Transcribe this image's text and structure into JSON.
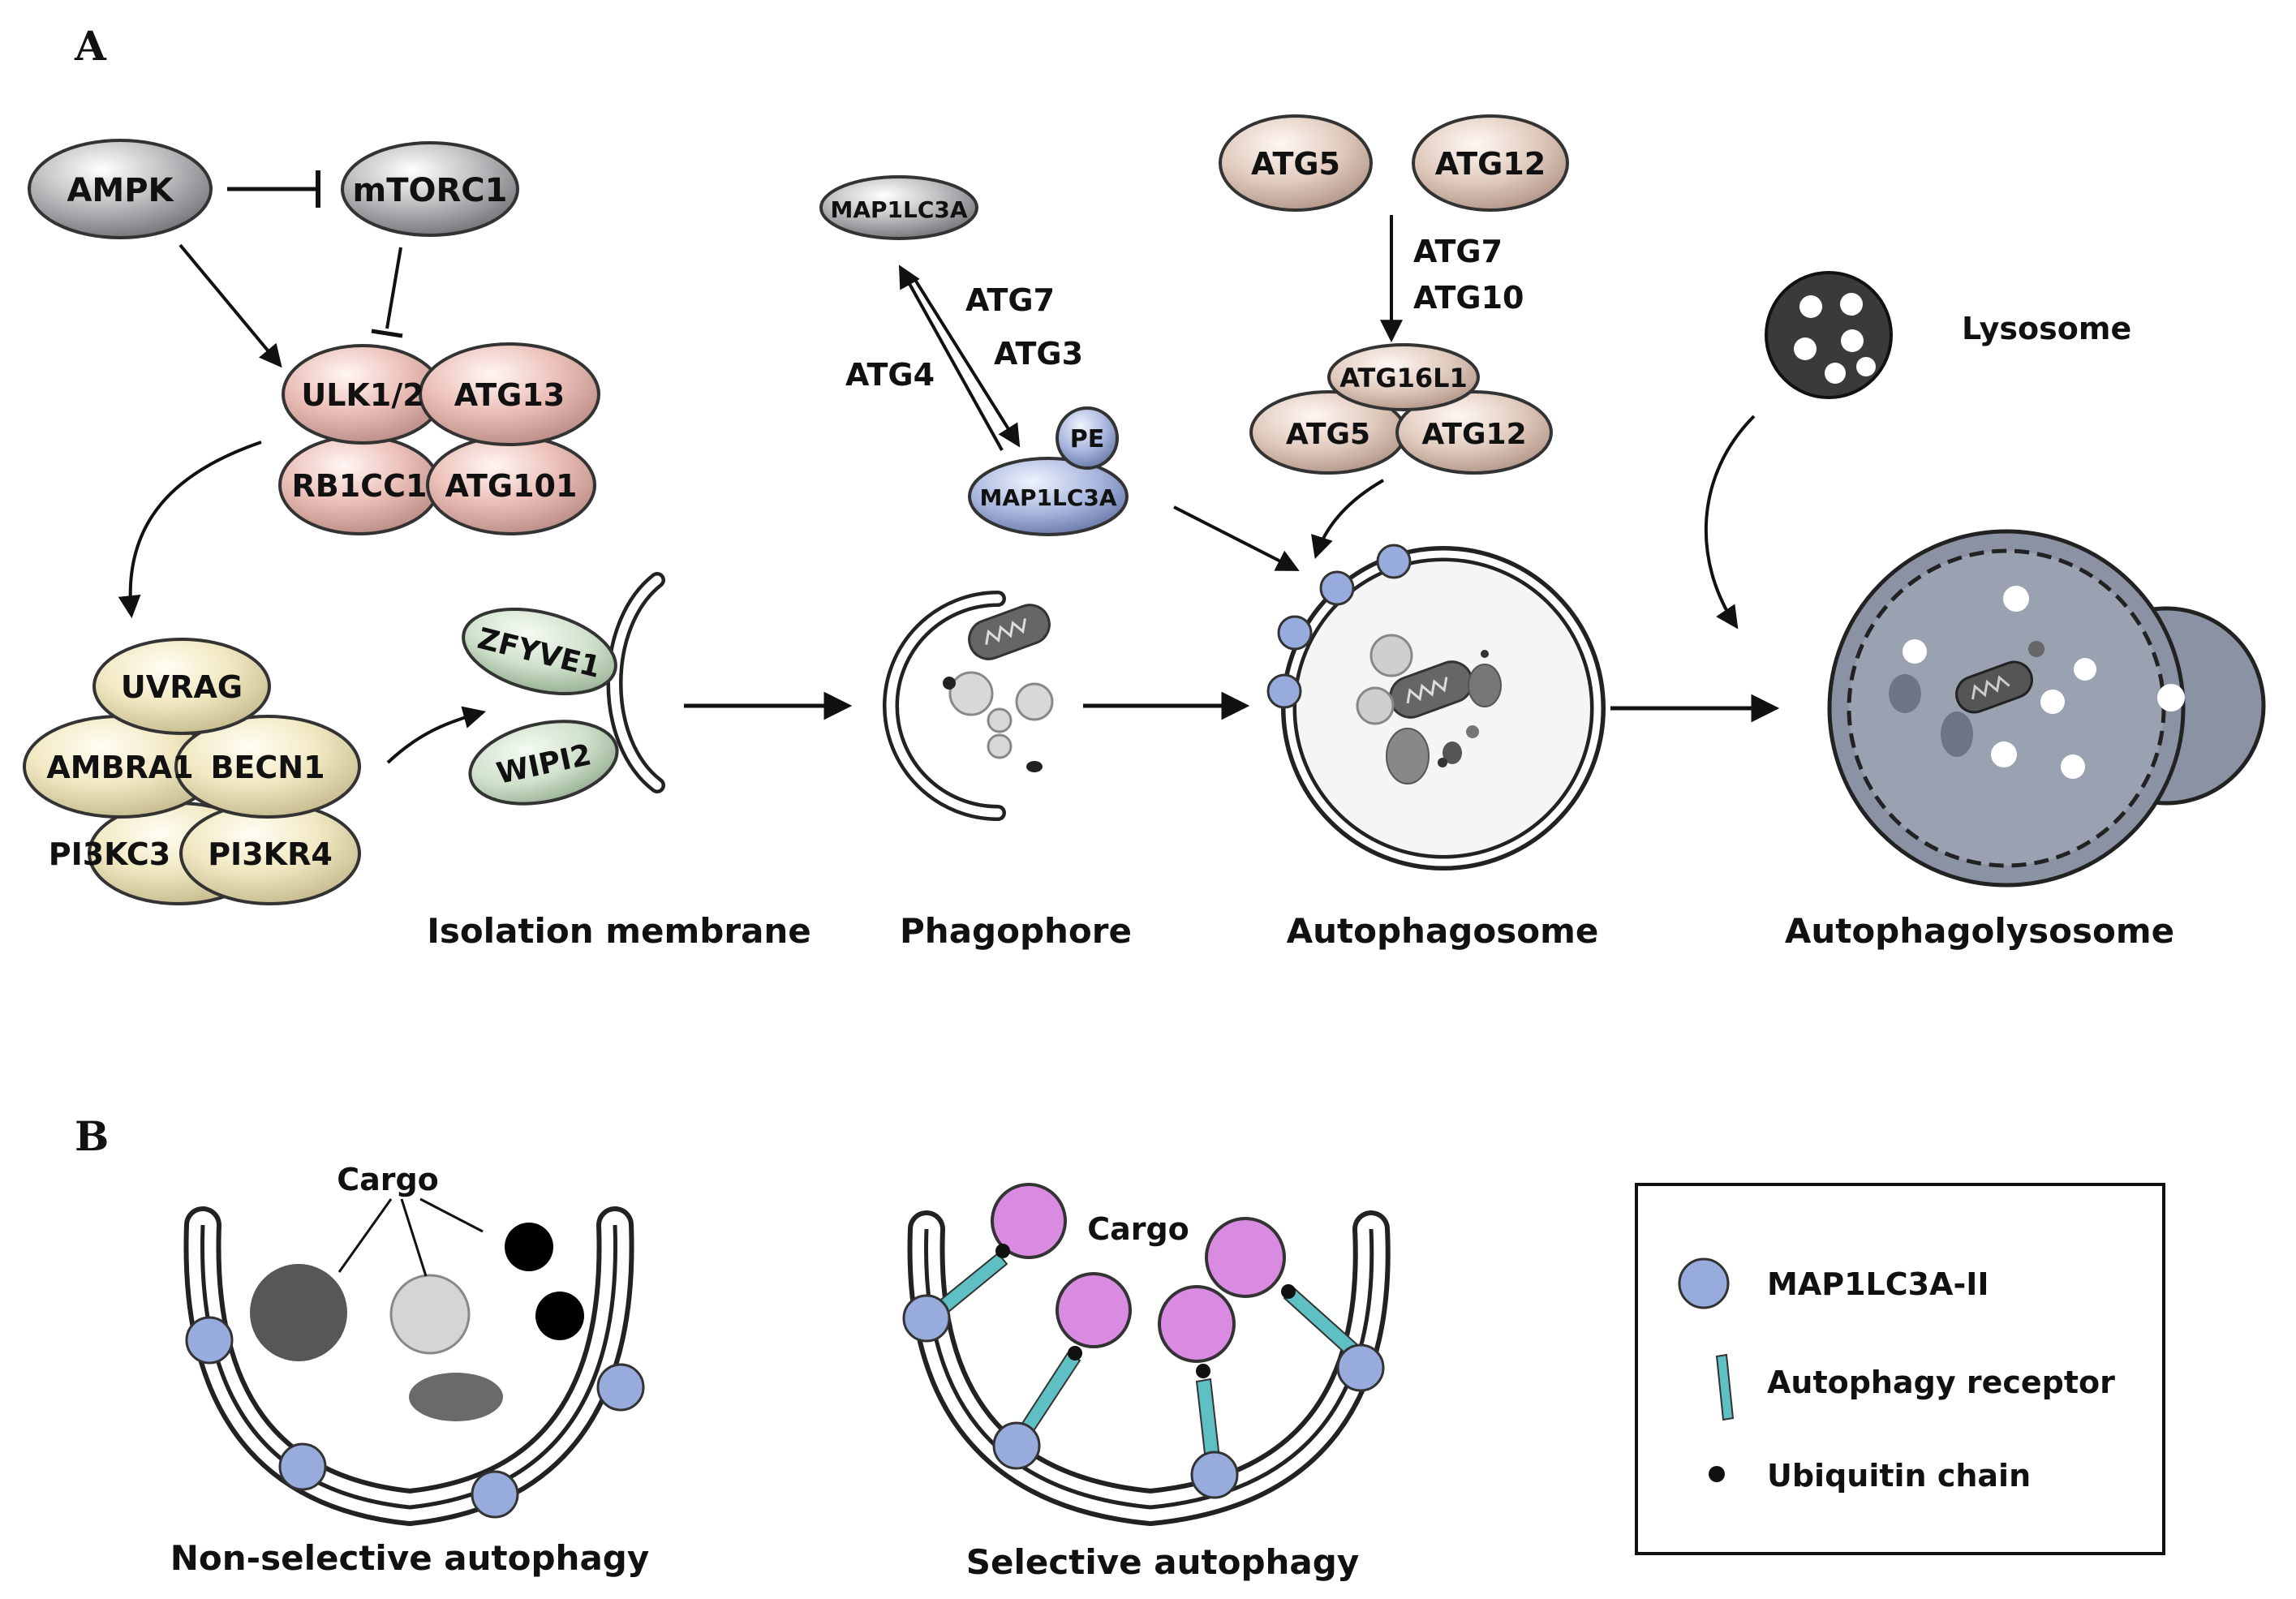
{
  "panel_a": {
    "letter": "A",
    "signaling": {
      "ampk": "AMPK",
      "mtorc1": "mTORC1",
      "ulk_complex": [
        "ULK1/2",
        "ATG13",
        "RB1CC1",
        "ATG101"
      ],
      "pi3k_complex": [
        "UVRAG",
        "AMBRA1",
        "BECN1",
        "PI3KC3",
        "PI3KR4"
      ],
      "membrane_proteins": [
        "ZFYVE1",
        "WIPI2"
      ]
    },
    "lc3": {
      "top": "MAP1LC3A",
      "bottom": "MAP1LC3A",
      "lipid": "PE",
      "enzymes_forward": [
        "ATG7",
        "ATG3"
      ],
      "enzyme_reverse": "ATG4"
    },
    "conjugation": {
      "atg5": "ATG5",
      "atg12": "ATG12",
      "enzymes": [
        "ATG7",
        "ATG10"
      ],
      "complex": [
        "ATG16L1",
        "ATG5",
        "ATG12"
      ]
    },
    "lysosome_label": "Lysosome",
    "stages": [
      "Isolation membrane",
      "Phagophore",
      "Autophagosome",
      "Autophagolysosome"
    ]
  },
  "panel_b": {
    "letter": "B",
    "nonselective": {
      "cargo_label": "Cargo",
      "caption": "Non-selective autophagy"
    },
    "selective": {
      "cargo_label": "Cargo",
      "caption": "Selective autophagy"
    },
    "legend": [
      {
        "icon": "lc3-circle-icon",
        "label": "MAP1LC3A-II"
      },
      {
        "icon": "receptor-icon",
        "label": "Autophagy receptor"
      },
      {
        "icon": "ubiquitin-dot-icon",
        "label": "Ubiquitin chain"
      }
    ]
  },
  "colors": {
    "gray_protein": "#a7a9ab",
    "ulk_pink": "#e7b8b1",
    "pi3k_yellow": "#efe6bd",
    "membrane_green": "#cfe0cb",
    "lc3_blue": "#9aa8d6",
    "atg_tan": "#dcc4b8",
    "lysosome_dark": "#3a3a3a",
    "autolysosome_gray": "#8b92a3",
    "lc3_ii_dot": "#97acdc",
    "receptor_teal": "#5fc0c4",
    "cargo_violet": "#d88be0"
  }
}
